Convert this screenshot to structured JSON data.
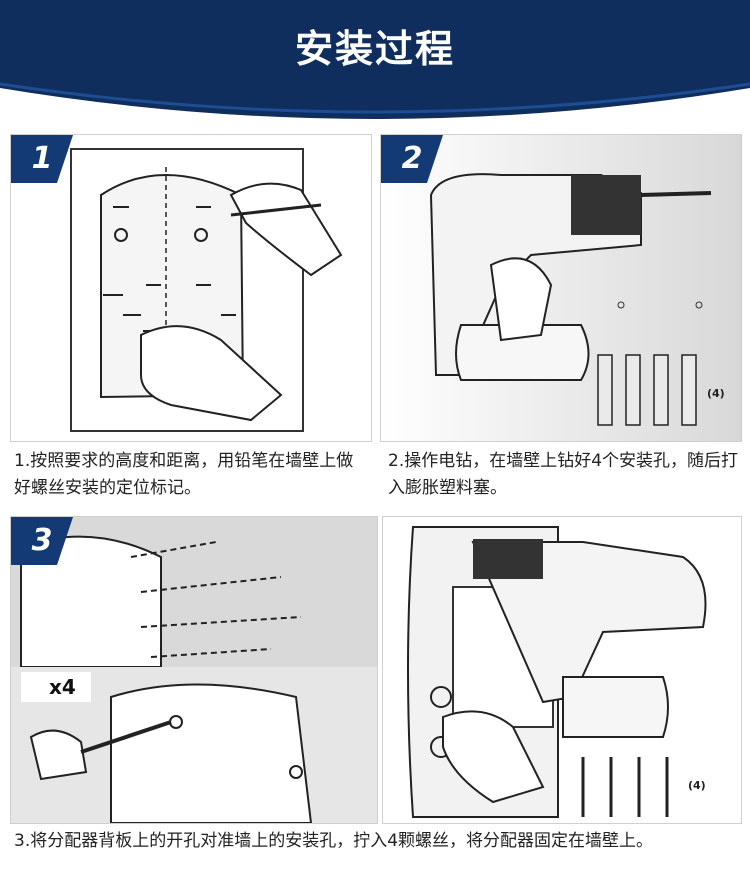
{
  "header": {
    "title": "安装过程",
    "bg_color": "#0f2e5e"
  },
  "steps": [
    {
      "number": "1",
      "caption": "1.按照要求的高度和距离，用铅笔在墙壁上做好螺丝安装的定位标记。"
    },
    {
      "number": "2",
      "caption": "2.操作电钻，在墙壁上钻好4个安装孔，随后打入膨胀塑料塞。",
      "count_label": "(4)"
    },
    {
      "number": "3",
      "caption": "3.将分配器背板上的开孔对准墙上的安装孔，拧入4颗螺丝，将分配器固定在墙壁上。",
      "screw_multiplier": "x4",
      "count_label": "(4)"
    }
  ],
  "badge_color": "#133a74"
}
